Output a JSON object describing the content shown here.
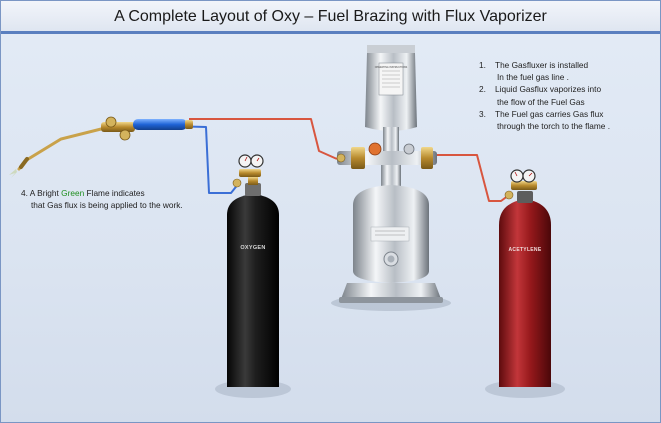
{
  "title": "A Complete Layout of Oxy – Fuel Brazing with Flux Vaporizer",
  "steps": [
    {
      "number": "1.",
      "line1": "The Gasfluxer is installed",
      "line2": "In the fuel gas line ."
    },
    {
      "number": "2.",
      "line1": "Liquid Gasflux  vaporizes into",
      "line2": "the flow of the Fuel Gas"
    },
    {
      "number": "3.",
      "line1": "The Fuel gas carries Gas flux",
      "line2": "through the torch to the flame ."
    }
  ],
  "flame_note": {
    "number": "4.",
    "before": "A Bright",
    "highlight": "Green",
    "after": "Flame indicates",
    "line2": "that Gas flux is being applied to the work."
  },
  "cylinders": {
    "oxygen": {
      "label": "OXYGEN",
      "color": "#1b1b1b"
    },
    "acetylene": {
      "label": "ACETYLENE",
      "color": "#9c1c1e"
    }
  },
  "vaporizer": {
    "tag": "OPERATING INSTRUCTIONS"
  },
  "colors": {
    "oxygen_hose": "#3b6fd6",
    "fuel_hose": "#d8563f",
    "highlight_green": "#1f8f1f",
    "title_rule": "#5a7fbf"
  }
}
